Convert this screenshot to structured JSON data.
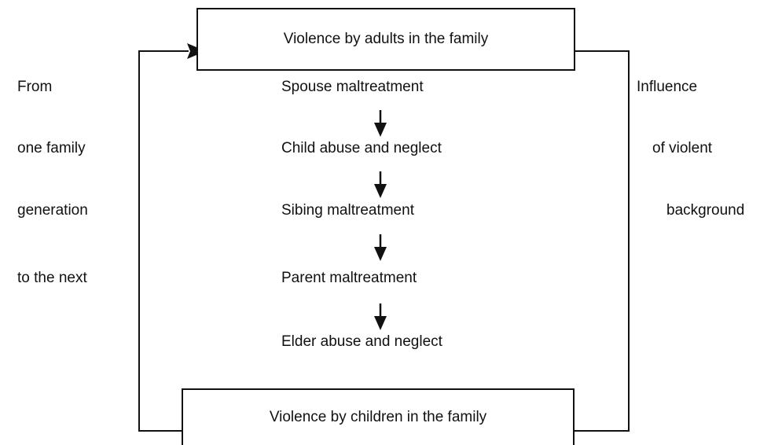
{
  "diagram": {
    "top_box": "Violence by adults in the family",
    "bottom_box": "Violence by children in the family",
    "chain": [
      "Spouse maltreatment",
      "Child abuse and neglect",
      "Sibing maltreatment",
      "Parent maltreatment",
      "Elder abuse and neglect"
    ],
    "left_label": [
      "From",
      "one family",
      "generation",
      "to the next"
    ],
    "right_label": [
      "Influence",
      "of violent",
      "background"
    ]
  }
}
